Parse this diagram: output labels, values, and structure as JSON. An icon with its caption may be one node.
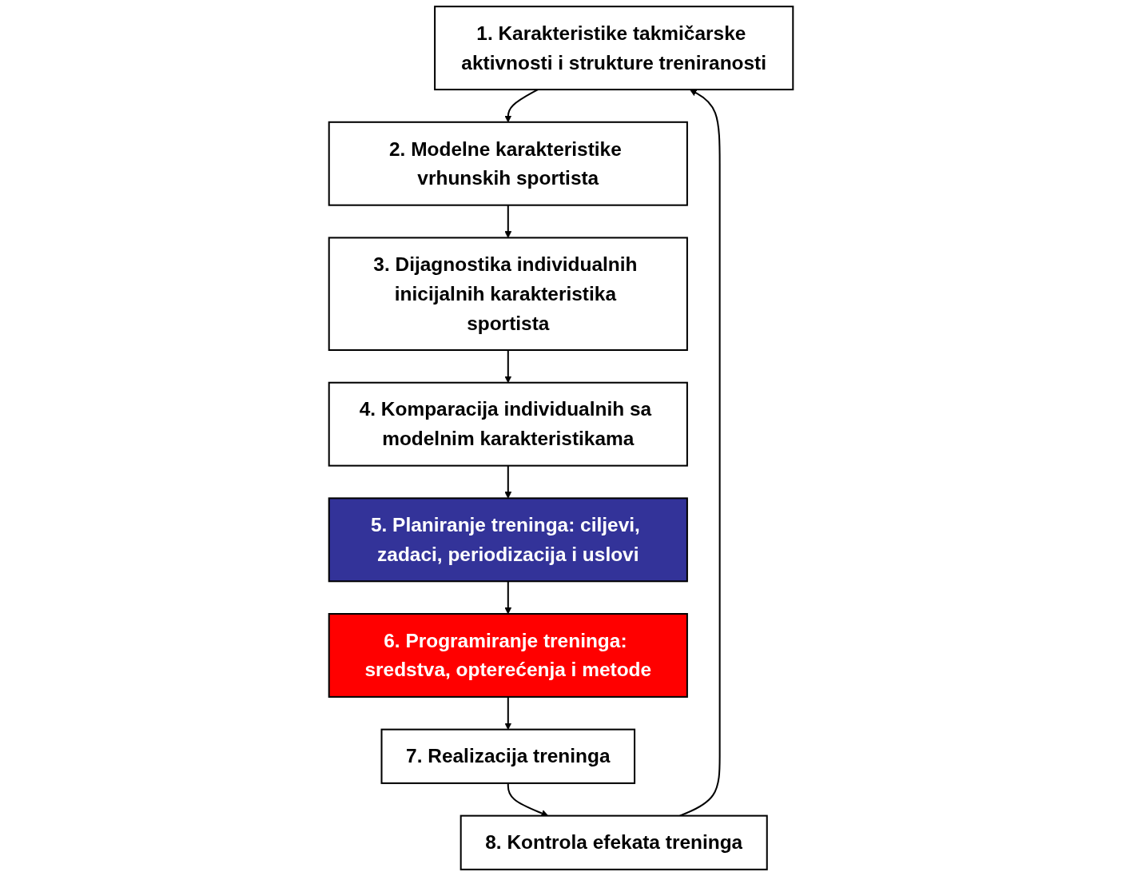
{
  "diagram": {
    "nodes": [
      {
        "text": [
          "1. Karakteristike takmičarske aktivnosti i strukture treniranosti"
        ]
      },
      {
        "text": [
          "2. Modelne karakteristike vrhunskih sportista"
        ]
      },
      {
        "text": [
          "3. Dijagnostika individualnih inicijalnih karakteristika sportista"
        ]
      },
      {
        "text": [
          "4. Komparacija individualnih sa modelnim karakteristikama"
        ]
      },
      {
        "text": [
          "5. Planiranje treninga: ciljevi, zadaci, periodizacija i uslovi"
        ]
      },
      {
        "text": [
          "6. Programiranje treninga: sredstva, opterećenja i metode"
        ]
      },
      {
        "text": [
          "7. Realizacija treninga"
        ]
      },
      {
        "text": [
          "8. Kontrola efekata treninga"
        ]
      }
    ],
    "edges": [
      {
        "from": 0,
        "to": 1,
        "arrow": "to"
      },
      {
        "from": 1,
        "to": 2,
        "arrow": "to"
      },
      {
        "from": 2,
        "to": 3,
        "arrow": "to"
      },
      {
        "from": 3,
        "to": 4,
        "arrow": "to"
      },
      {
        "from": 4,
        "to": 5,
        "arrow": "to"
      },
      {
        "from": 5,
        "to": 6,
        "arrow": "to"
      },
      {
        "from": 6,
        "to": 7,
        "arrow": "to"
      },
      {
        "from": 7,
        "to": 0,
        "arrow": "to"
      }
    ]
  }
}
